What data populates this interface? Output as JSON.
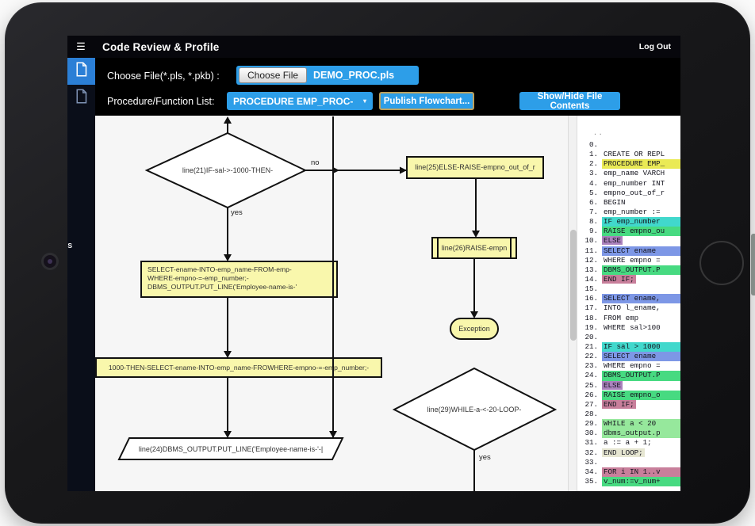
{
  "colors": {
    "accent": "#2d9ee8",
    "node_fill": "#f9f7ac",
    "sidebar_active": "#2b7fd6"
  },
  "navbar": {
    "menu_icon": "hamburger",
    "title": "Code Review & Profile",
    "logout": "Log Out"
  },
  "sidebar": {
    "items": [
      "file-tab-1",
      "file-tab-2"
    ],
    "fragment": "IS"
  },
  "toolbar": {
    "file_row": {
      "label": "Choose File(*.pls, *.pkb) :",
      "button": "Choose File",
      "filename": "DEMO_PROC.pls"
    },
    "proc_row": {
      "label": "Procedure/Function List:",
      "select_value": "PROCEDURE EMP_PROC-",
      "select_arrow": "▾",
      "publish": "Publish Flowchart...",
      "toggle": "Show/Hide File Contents"
    }
  },
  "flowchart": {
    "labels": {
      "no": "no",
      "yes_if": "yes",
      "yes_while": "yes"
    },
    "nodes": {
      "if_diamond": "line(21)IF-sal->-1000-THEN-",
      "else_raise_box": "line(25)ELSE-RAISE-empno_out_of_r",
      "raise_box": "line(26)RAISE-empn",
      "exception_oval": "Exception",
      "select_line1": "SELECT-ename-INTO-emp_name-FROM-emp-",
      "select_line2": "WHERE-empno-=-emp_number;-",
      "select_line3": "DBMS_OUTPUT.PUT_LINE('Employee-name-is-'",
      "merged_box": "1000-THEN-SELECT-ename-INTO-emp_name-FROWHERE-empno-=-emp_number;-",
      "output_parallelogram": "line(24)DBMS_OUTPUT.PUT_LINE('Employee-name-is-'-|",
      "while_diamond": "line(29)WHILE-a-<-20-LOOP-"
    }
  },
  "code_panel": {
    "overflow_marker": "..",
    "highlight_colors": {
      "y": "#eaea55",
      "c": "#41d8cc",
      "g": "#47da81",
      "lg": "#96e89c",
      "p": "#ab82bd",
      "b": "#7d97e6",
      "k": "#c87f9b",
      "o": "#e6e6d2"
    },
    "lines": [
      {
        "n": "0.",
        "t": "",
        "h": "",
        "f": 0
      },
      {
        "n": "1.",
        "t": "CREATE OR REPL",
        "h": "",
        "f": 0
      },
      {
        "n": "2.",
        "t": "PROCEDURE EMP_",
        "h": "y",
        "f": 1
      },
      {
        "n": "3.",
        "t": "emp_name VARCH",
        "h": "",
        "f": 0
      },
      {
        "n": "4.",
        "t": "emp_number INT",
        "h": "",
        "f": 0
      },
      {
        "n": "5.",
        "t": "empno_out_of_r",
        "h": "",
        "f": 0
      },
      {
        "n": "6.",
        "t": "BEGIN",
        "h": "",
        "f": 0
      },
      {
        "n": "7.",
        "t": "emp_number :=",
        "h": "",
        "f": 0
      },
      {
        "n": "8.",
        "t": "IF emp_number",
        "h": "c",
        "f": 1
      },
      {
        "n": "9.",
        "t": "RAISE empno_ou",
        "h": "g",
        "f": 1
      },
      {
        "n": "10.",
        "t": "ELSE",
        "h": "p",
        "f": 0
      },
      {
        "n": "11.",
        "t": "SELECT ename",
        "h": "b",
        "f": 1
      },
      {
        "n": "12.",
        "t": "WHERE empno =",
        "h": "",
        "f": 0
      },
      {
        "n": "13.",
        "t": "DBMS_OUTPUT.P",
        "h": "g",
        "f": 1
      },
      {
        "n": "14.",
        "t": "END IF;",
        "h": "k",
        "f": 0
      },
      {
        "n": "15.",
        "t": "",
        "h": "",
        "f": 0
      },
      {
        "n": "16.",
        "t": "SELECT ename,",
        "h": "b",
        "f": 1
      },
      {
        "n": "17.",
        "t": "INTO l_ename,",
        "h": "",
        "f": 0
      },
      {
        "n": "18.",
        "t": "FROM emp",
        "h": "",
        "f": 0
      },
      {
        "n": "19.",
        "t": "WHERE sal>100",
        "h": "",
        "f": 0
      },
      {
        "n": "20.",
        "t": "",
        "h": "",
        "f": 0
      },
      {
        "n": "21.",
        "t": "IF sal > 1000",
        "h": "c",
        "f": 1
      },
      {
        "n": "22.",
        "t": "SELECT ename",
        "h": "b",
        "f": 1
      },
      {
        "n": "23.",
        "t": "WHERE empno =",
        "h": "",
        "f": 0
      },
      {
        "n": "24.",
        "t": "DBMS_OUTPUT.P",
        "h": "g",
        "f": 1
      },
      {
        "n": "25.",
        "t": "ELSE",
        "h": "p",
        "f": 0
      },
      {
        "n": "26.",
        "t": "RAISE empno_o",
        "h": "g",
        "f": 1
      },
      {
        "n": "27.",
        "t": "END IF;",
        "h": "k",
        "f": 0
      },
      {
        "n": "28.",
        "t": "",
        "h": "",
        "f": 0
      },
      {
        "n": "29.",
        "t": "WHILE a < 20",
        "h": "lg",
        "f": 1
      },
      {
        "n": "30.",
        "t": "dbms_output.p",
        "h": "lg",
        "f": 1
      },
      {
        "n": "31.",
        "t": "a := a + 1;",
        "h": "",
        "f": 0
      },
      {
        "n": "32.",
        "t": "END LOOP;",
        "h": "o",
        "f": 0
      },
      {
        "n": "33.",
        "t": "",
        "h": "",
        "f": 0
      },
      {
        "n": "34.",
        "t": "FOR i IN 1..v",
        "h": "k",
        "f": 1
      },
      {
        "n": "35.",
        "t": "v_num:=v_num+",
        "h": "g",
        "f": 1
      }
    ]
  }
}
